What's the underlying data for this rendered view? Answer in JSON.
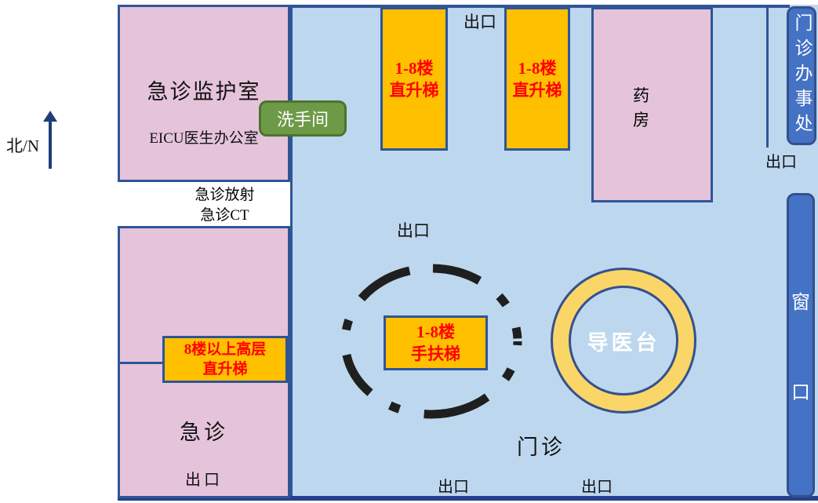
{
  "compass": {
    "label": "北/N"
  },
  "rooms": {
    "monitor_title": "急诊监护室",
    "monitor_subtitle": "EICU医生办公室",
    "radiology_line1": "急诊放射",
    "radiology_line2": "急诊CT",
    "emergency_label": "急诊",
    "pharmacy_line1": "药",
    "pharmacy_line2": "房",
    "washroom": "洗手间",
    "hall_label": "门诊"
  },
  "elevators": {
    "left_line1": "1-8楼",
    "left_line2": "直升梯",
    "right_line1": "1-8楼",
    "right_line2": "直升梯",
    "escalator_line1": "1-8楼",
    "escalator_line2": "手扶梯",
    "highrise_line1": "8楼以上高层",
    "highrise_line2": "直升梯"
  },
  "desks": {
    "guide_desk": "导医台",
    "office_bar": "门诊办事处",
    "window_char1": "窗",
    "window_char2": "口"
  },
  "exits": {
    "top": "出口",
    "center": "出口",
    "right": "出口",
    "bottom_left": "出口",
    "bottom_right": "出口",
    "emergency": "出口"
  },
  "colors": {
    "hall_blue": "#BDD7EE",
    "room_pink": "#E5C4DB",
    "elevator_orange": "#FFC000",
    "elevator_text_red": "#FF0000",
    "bar_blue": "#4472C4",
    "border_blue": "#2F5597",
    "bottom_line_blue": "#24408E",
    "washroom_green": "#6D9A47",
    "guide_ring_yellow": "#F9D667",
    "compass_navy": "#1F3E78"
  }
}
